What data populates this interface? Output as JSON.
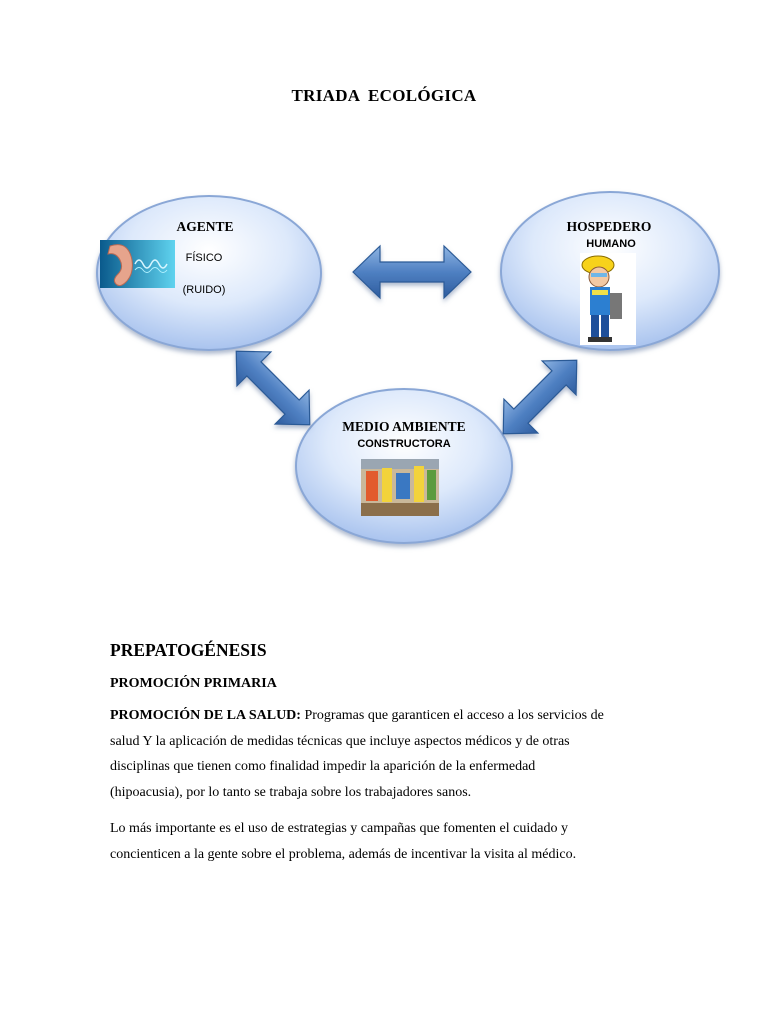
{
  "title": "TRIADA  ECOLÓGICA",
  "diagram": {
    "agente": {
      "title": "AGENTE",
      "line1": "FÍSICO",
      "line2": "(RUIDO)"
    },
    "hospedero": {
      "title": "HOSPEDERO",
      "subtitle": "HUMANO"
    },
    "medio": {
      "title": "MEDIO AMBIENTE",
      "subtitle": "CONSTRUCTORA"
    }
  },
  "section": {
    "heading": "PREPATOGÉNESIS",
    "subheading": "PROMOCIÓN PRIMARIA",
    "para1_lead": "PROMOCIÓN DE LA SALUD:",
    "para1_lines": [
      " Programas que garanticen el acceso a los servicios de",
      "salud  Y la aplicación de medidas técnicas que incluye aspectos médicos y de otras",
      "disciplinas que tienen como finalidad impedir la aparición de la enfermedad",
      "(hipoacusia), por lo tanto se trabaja sobre los trabajadores sanos."
    ],
    "para2_lines": [
      "Lo más importante es el uso de estrategias y campañas que fomenten el cuidado y",
      "concienticen a la gente sobre el problema, además de incentivar la visita al médico."
    ]
  }
}
